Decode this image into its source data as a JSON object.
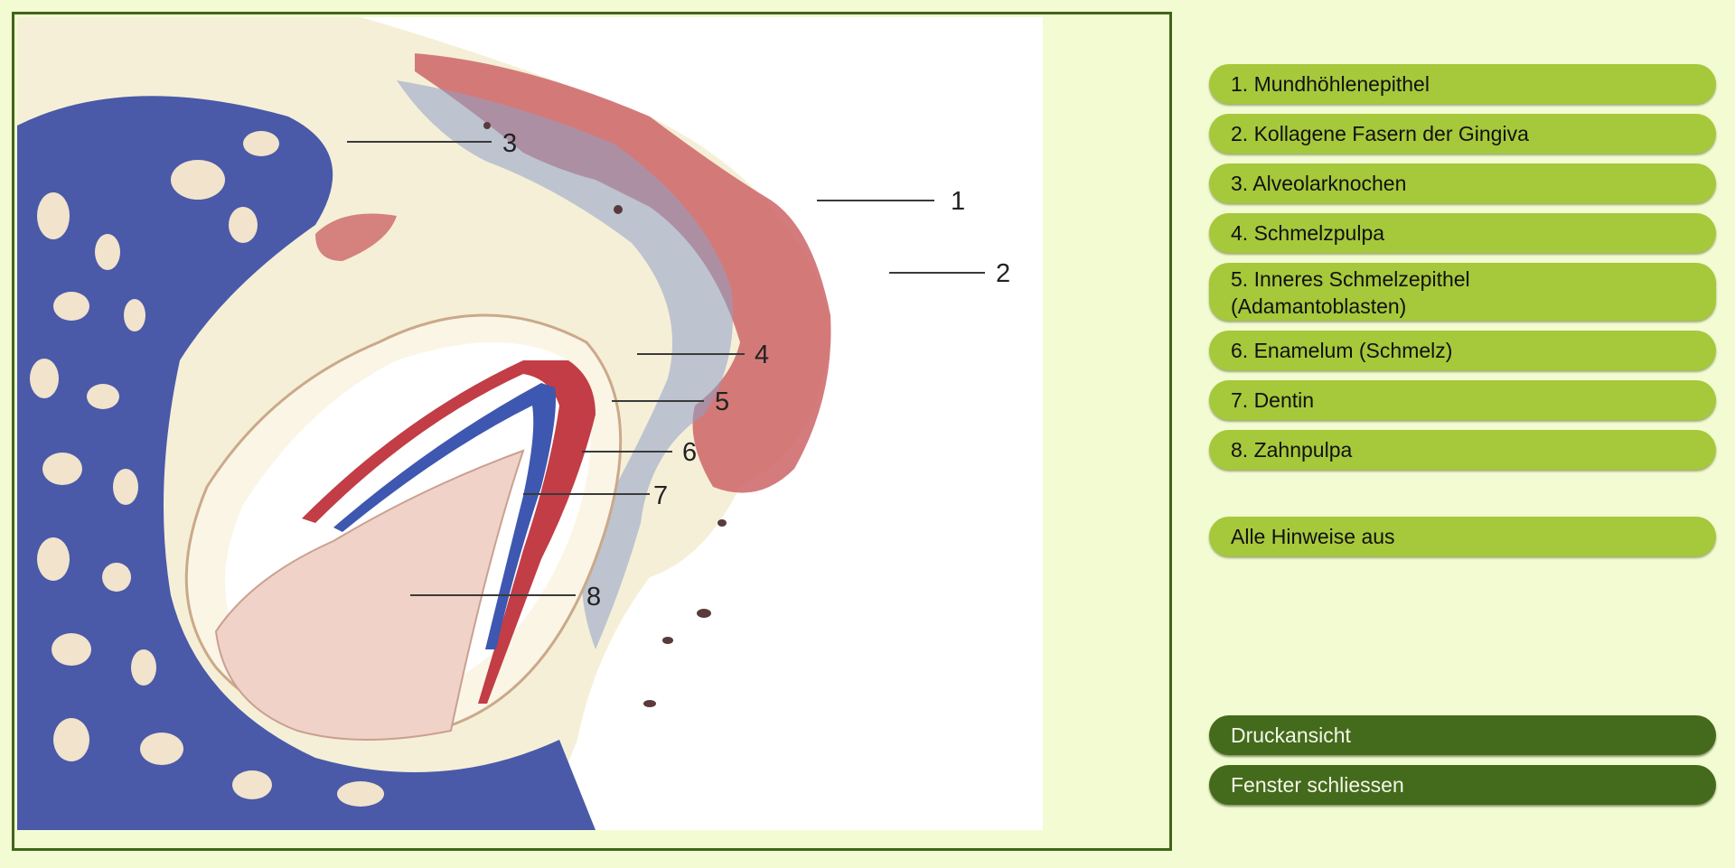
{
  "figure": {
    "labels": [
      "1",
      "2",
      "3",
      "4",
      "5",
      "6",
      "7",
      "8"
    ]
  },
  "legend": {
    "items": [
      {
        "label": "1. Mundhöhlenepithel"
      },
      {
        "label": "2. Kollagene Fasern der Gingiva"
      },
      {
        "label": "3. Alveolarknochen"
      },
      {
        "label": "4. Schmelzpulpa"
      },
      {
        "label": "5. Inneres Schmelzepithel (Adamantoblasten)"
      },
      {
        "label": "6. Enamelum (Schmelz)"
      },
      {
        "label": "7. Dentin"
      },
      {
        "label": "8. Zahnpulpa"
      }
    ],
    "hide_all_label": "Alle Hinweise aus"
  },
  "actions": {
    "print_label": "Druckansicht",
    "close_label": "Fenster schliessen"
  },
  "colors": {
    "page_background": "#f3fbd2",
    "frame_border": "#3f6618",
    "pill_light": "#a6c83b",
    "pill_dark": "#446a1c"
  }
}
